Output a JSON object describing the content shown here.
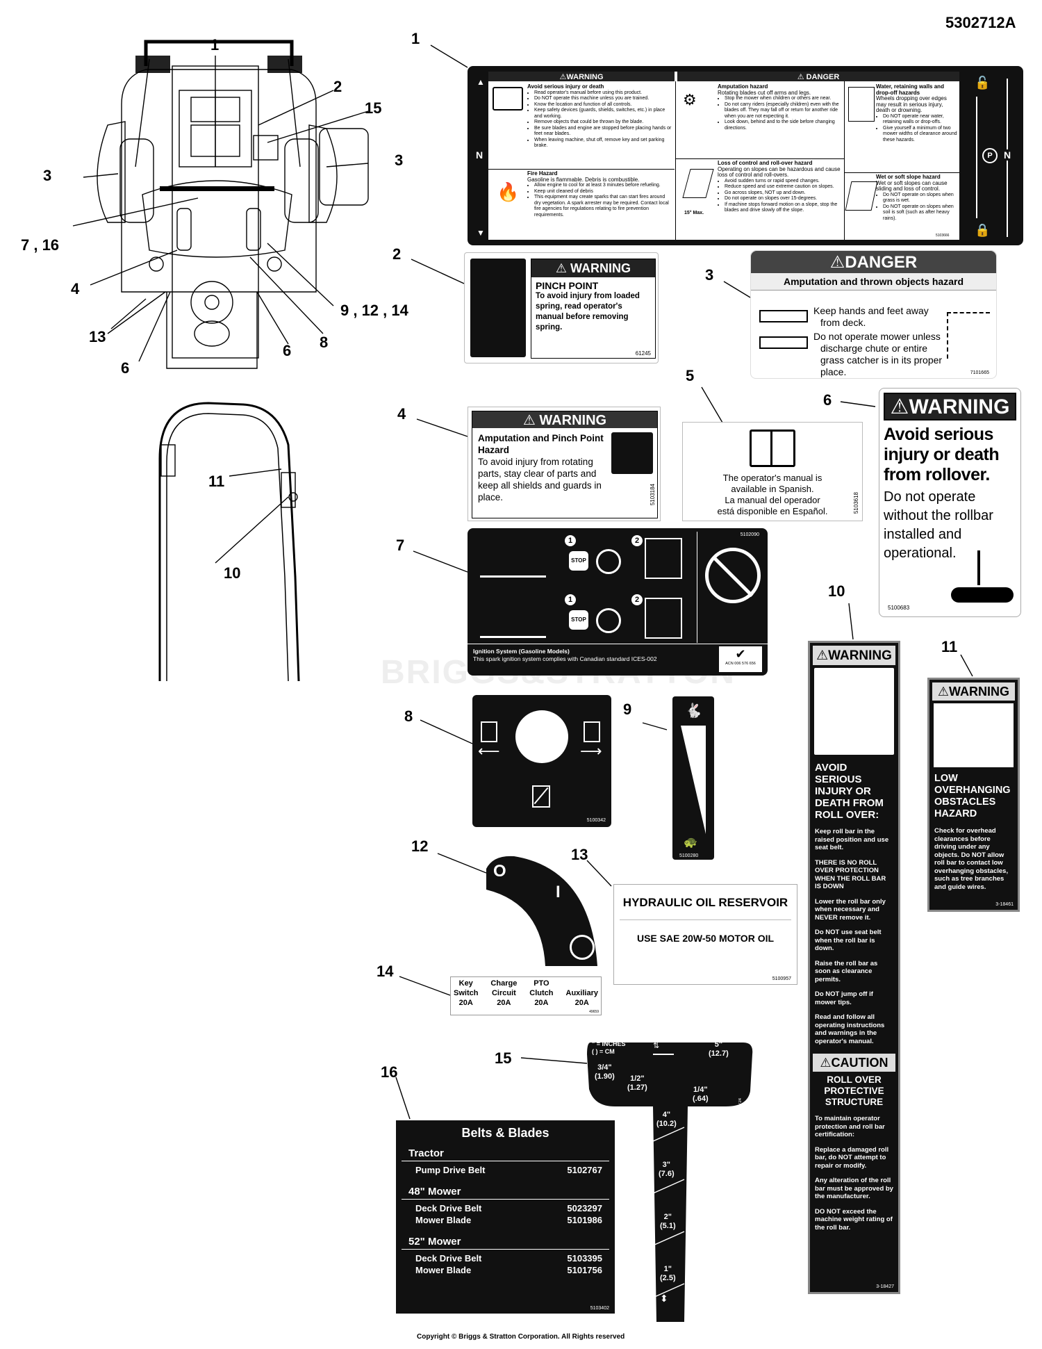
{
  "doc_number": "5302712A",
  "copyright": "Copyright © Briggs & Stratton Corporation. All Rights reserved",
  "watermark": "BRIGGS&STRATTON",
  "callouts": {
    "c1": "1",
    "c2": "2",
    "c3a": "3",
    "c3b": "3",
    "c4": "4",
    "c6a": "6",
    "c6b": "6",
    "c7": "7 , 16",
    "c8": "8",
    "c9": "9 , 12 , 14",
    "c13": "13",
    "c15": "15",
    "c11": "11",
    "c10": "10"
  },
  "item_numbers": {
    "n1": "1",
    "n2": "2",
    "n3": "3",
    "n4": "4",
    "n5": "5",
    "n6": "6",
    "n7": "7",
    "n8": "8",
    "n9": "9",
    "n10": "10",
    "n11": "11",
    "n12": "12",
    "n13": "13",
    "n14": "14",
    "n15": "15",
    "n16": "16"
  },
  "decal1": {
    "warning": "⚠WARNING",
    "danger": "⚠ DANGER",
    "n_left": "N",
    "n_right": "N",
    "injury_title": "Avoid serious injury or death",
    "injury_items": [
      "Read operator's manual before using this product.",
      "Do NOT operate this machine unless you are trained.",
      "Know the location and function of all controls.",
      "Keep safety devices (guards, shields, switches, etc.) in place and working.",
      "Remove objects that could be thrown by the blade.",
      "Be sure blades and engine are stopped before placing hands or feet near blades.",
      "When leaving machine, shut off, remove key and set parking brake."
    ],
    "fire_title": "Fire Hazard",
    "fire_sub": "Gasoline is flammable. Debris is combustible.",
    "fire_items": [
      "Allow engine to cool for at least 3 minutes before refueling.",
      "Keep unit cleaned of debris",
      "This equipment may create sparks that can start fires around dry vegetation. A spark arrester may be required. Contact local fire agencies for regulations relating to fire prevention requirements."
    ],
    "amp_title": "Amputation hazard",
    "amp_sub": "Rotating blades cut off arms and legs.",
    "amp_items": [
      "Stop the mower when children or others are near.",
      "Do not carry riders (especially children) even with the blades off. They may fall off or return for another ride when you are not expecting it.",
      "Look down, behind and to the side before changing directions."
    ],
    "loss_title": "Loss of control and roll-over hazard",
    "loss_sub": "Operating on slopes can be hazardous and cause loss of control and roll-overs.",
    "loss_items": [
      "Avoid sudden turns or rapid speed changes.",
      "Reduce speed and use extreme caution on slopes.",
      "Go across slopes, NOT up and down.",
      "Do not operate on slopes over 15-degrees.",
      "If machine stops forward motion on a slope, stop the blades and drive slowly off the slope."
    ],
    "slope_max": "15° Max.",
    "water_title": "Water, retaining walls and drop-off hazards",
    "water_sub": "Wheels dropping over edges may result in serious injury, death or drowning.",
    "water_items": [
      "Do NOT operate near water, retaining walls or drop-offs.",
      "Give yourself a minimum of two mower widths of clearance around these hazards."
    ],
    "wet_title": "Wet or soft slope hazard",
    "wet_sub": "Wet or soft slopes can cause sliding and loss of control.",
    "wet_items": [
      "Do NOT operate on slopes when grass is wet.",
      "Do NOT operate on slopes when soil is soft (such as after heavy rains)."
    ],
    "park": "P",
    "part": "5103666"
  },
  "decal2": {
    "warning": "⚠ WARNING",
    "title": "PINCH POINT",
    "body": "To avoid injury from loaded spring, read operator's manual before removing spring.",
    "part": "61245"
  },
  "decal3": {
    "danger": "⚠DANGER",
    "title": "Amputation and thrown objects hazard",
    "b1": "Keep hands and feet away from deck.",
    "b2": "Do not operate mower unless discharge chute or entire grass catcher is in its proper place.",
    "part": "7101665"
  },
  "decal4": {
    "warning": "⚠ WARNING",
    "title": "Amputation and Pinch Point Hazard",
    "body": "To avoid injury from rotating parts, stay clear of parts and keep all shields and guards in place.",
    "part": "5103184"
  },
  "decal5": {
    "line1": "The operator's manual is",
    "line2": "available in Spanish.",
    "line3": "La manual del operador",
    "line4": "está disponible en Español.",
    "part": "5103618"
  },
  "decal6": {
    "warning": "⚠WARNING",
    "title": "Avoid serious injury or death from rollover.",
    "body": "Do not operate without the rollbar installed and operational.",
    "part": "5100683"
  },
  "decal7": {
    "part": "5102090",
    "step1": "1",
    "step2": "2",
    "step1b": "1",
    "step2b": "2",
    "stop": "STOP",
    "stopb": "STOP",
    "ign_title": "Ignition System (Gasoline Models)",
    "ign_body": "This spark ignition system complies with Canadian standard ICES-002",
    "acn": "ACN 006 576 656"
  },
  "decal8": {
    "part": "5100342"
  },
  "decal9": {
    "part": "5100280"
  },
  "decal10": {
    "warning": "⚠WARNING",
    "title": "AVOID SERIOUS INJURY OR DEATH FROM ROLL OVER:",
    "p1": "Keep roll bar in the raised position and use seat belt.",
    "p2": "THERE IS NO ROLL OVER PROTECTION WHEN THE ROLL BAR IS DOWN",
    "p3": "Lower the roll bar only when necessary and NEVER remove it.",
    "p4": "Do NOT use seat belt when the roll bar is down.",
    "p5": "Raise the roll bar as soon as clearance permits.",
    "p6": "Do NOT jump off if mower tips.",
    "p7": "Read and follow all operating instructions and warnings in the operator's manual.",
    "caution": "⚠CAUTION",
    "c_title": "ROLL OVER PROTECTIVE STRUCTURE",
    "c1": "To maintain operator protection and roll bar certification:",
    "c2": "Replace a damaged roll bar, do NOT attempt to repair or modify.",
    "c3": "Any alteration of the roll bar must be approved by the manufacturer.",
    "c4": "DO NOT exceed the machine weight rating of the roll bar.",
    "part": "3-18427"
  },
  "decal11": {
    "warning": "⚠WARNING",
    "title": "LOW OVERHANGING OBSTACLES HAZARD",
    "body": "Check for overhead clearances before driving under any objects. Do NOT allow roll bar to contact low overhanging obstacles, such as tree branches and guide wires.",
    "part": "3-18461"
  },
  "decal12": {
    "o": "O",
    "i": "I"
  },
  "decal13": {
    "title": "HYDRAULIC OIL RESERVOIR",
    "body": "USE SAE 20W-50 MOTOR OIL",
    "part": "5100957"
  },
  "decal14": {
    "cols": [
      {
        "l1": "Key",
        "l2": "Switch",
        "a": "20A"
      },
      {
        "l1": "Charge",
        "l2": "Circuit",
        "a": "20A"
      },
      {
        "l1": "PTO",
        "l2": "Clutch",
        "a": "20A"
      },
      {
        "l1": "",
        "l2": "Auxiliary",
        "a": "20A"
      }
    ],
    "part": "49659"
  },
  "decal15": {
    "legend1": "\" = INCHES",
    "legend2": "( ) = CM",
    "top_right": "5\"",
    "top_right_cm": "(12.7)",
    "l34": "3/4\"",
    "l34cm": "(1.90)",
    "l12": "1/2\"",
    "l12cm": "(1.27)",
    "l14": "1/4\"",
    "l14cm": "(.64)",
    "h4": "4\"",
    "h4cm": "(10.2)",
    "h3": "3\"",
    "h3cm": "(7.6)",
    "h2": "2\"",
    "h2cm": "(5.1)",
    "h1": "1\"",
    "h1cm": "(2.5)",
    "part": "61724"
  },
  "decal16": {
    "title": "Belts & Blades",
    "s1": "Tractor",
    "r1n": "Pump Drive Belt",
    "r1p": "5102767",
    "s2": "48\" Mower",
    "r2n": "Deck Drive Belt",
    "r2p": "5023297",
    "r3n": "Mower Blade",
    "r3p": "5101986",
    "s3": "52\" Mower",
    "r4n": "Deck Drive Belt",
    "r4p": "5103395",
    "r5n": "Mower Blade",
    "r5p": "5101756",
    "part": "5103402"
  }
}
